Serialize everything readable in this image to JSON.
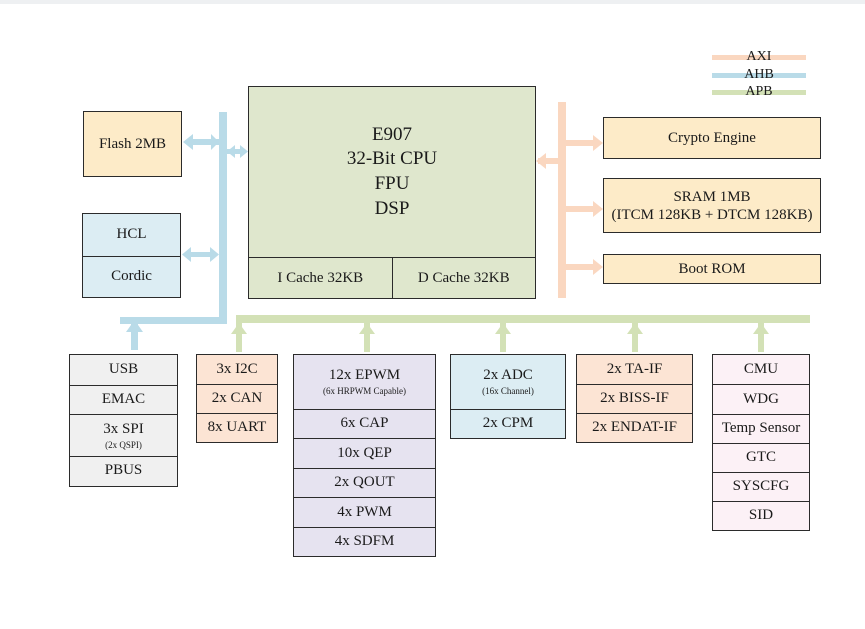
{
  "colors": {
    "axi": "#fad7c0",
    "ahb": "#b9dbe8",
    "apb": "#d3e1b6",
    "border": "#2b2b2b"
  },
  "legend": {
    "axi": "AXI",
    "ahb": "AHB",
    "apb": "APB"
  },
  "cpu": {
    "lines": [
      "E907",
      "32-Bit CPU",
      "FPU",
      "DSP"
    ],
    "icache": "I Cache 32KB",
    "dcache": "D Cache 32KB"
  },
  "flash": "Flash 2MB",
  "hcl": "HCL",
  "cordic": "Cordic",
  "right_blocks": {
    "crypto": "Crypto Engine",
    "sram_line1": "SRAM 1MB",
    "sram_line2": "(ITCM 128KB + DTCM 128KB)",
    "boot_rom": "Boot ROM"
  },
  "bottom_groups": {
    "usb_group": [
      "USB",
      "EMAC",
      "3x SPI",
      "PBUS"
    ],
    "spi_note": "(2x QSPI)",
    "i2c_group": [
      "3x I2C",
      "2x CAN",
      "8x UART"
    ],
    "pwm_group": [
      "12x EPWM",
      "6x CAP",
      "10x QEP",
      "2x QOUT",
      "4x PWM",
      "4x SDFM"
    ],
    "epwm_note": "(6x HRPWM Capable)",
    "adc_group": [
      "2x ADC",
      "2x CPM"
    ],
    "adc_note": "(16x Channel)",
    "ta_group": [
      "2x TA-IF",
      "2x BISS-IF",
      "2x ENDAT-IF"
    ],
    "cmu_group": [
      "CMU",
      "WDG",
      "Temp Sensor",
      "GTC",
      "SYSCFG",
      "SID"
    ]
  }
}
